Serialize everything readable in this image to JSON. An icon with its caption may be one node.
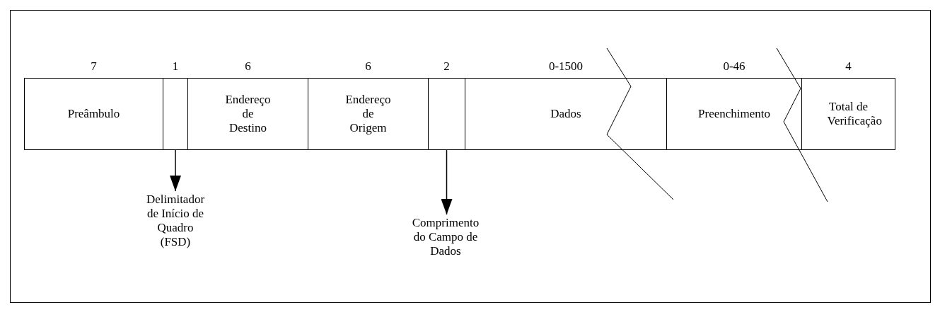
{
  "diagram": {
    "nodes": [
      {
        "text": [
          "Preâmbulo"
        ],
        "beside": [
          "7"
        ]
      },
      {
        "text": [],
        "shape": "box",
        "beside": [
          "1"
        ]
      },
      {
        "text": [
          "Endereço de Destino"
        ],
        "beside": [
          "6"
        ]
      },
      {
        "text": [
          "Endereço de Origem"
        ],
        "beside": [
          "6"
        ]
      },
      {
        "text": [],
        "shape": "box",
        "beside": [
          "2"
        ]
      },
      {
        "text": [
          "Dados"
        ],
        "beside": [
          "0-1500"
        ]
      },
      {
        "text": [
          "Preenchimento"
        ],
        "beside": [
          "0-46"
        ]
      },
      {
        "text": [
          "Total de Verificação"
        ],
        "beside": [
          "4"
        ]
      },
      {
        "text": [
          "Delimitador de Início de Quadro (FSD)"
        ]
      },
      {
        "text": [
          "Comprimento do Campo de Dados"
        ]
      }
    ],
    "edges": [
      {
        "from": 1,
        "to": 8,
        "arrow": "to"
      },
      {
        "from": 4,
        "to": 9,
        "arrow": "to"
      }
    ]
  }
}
